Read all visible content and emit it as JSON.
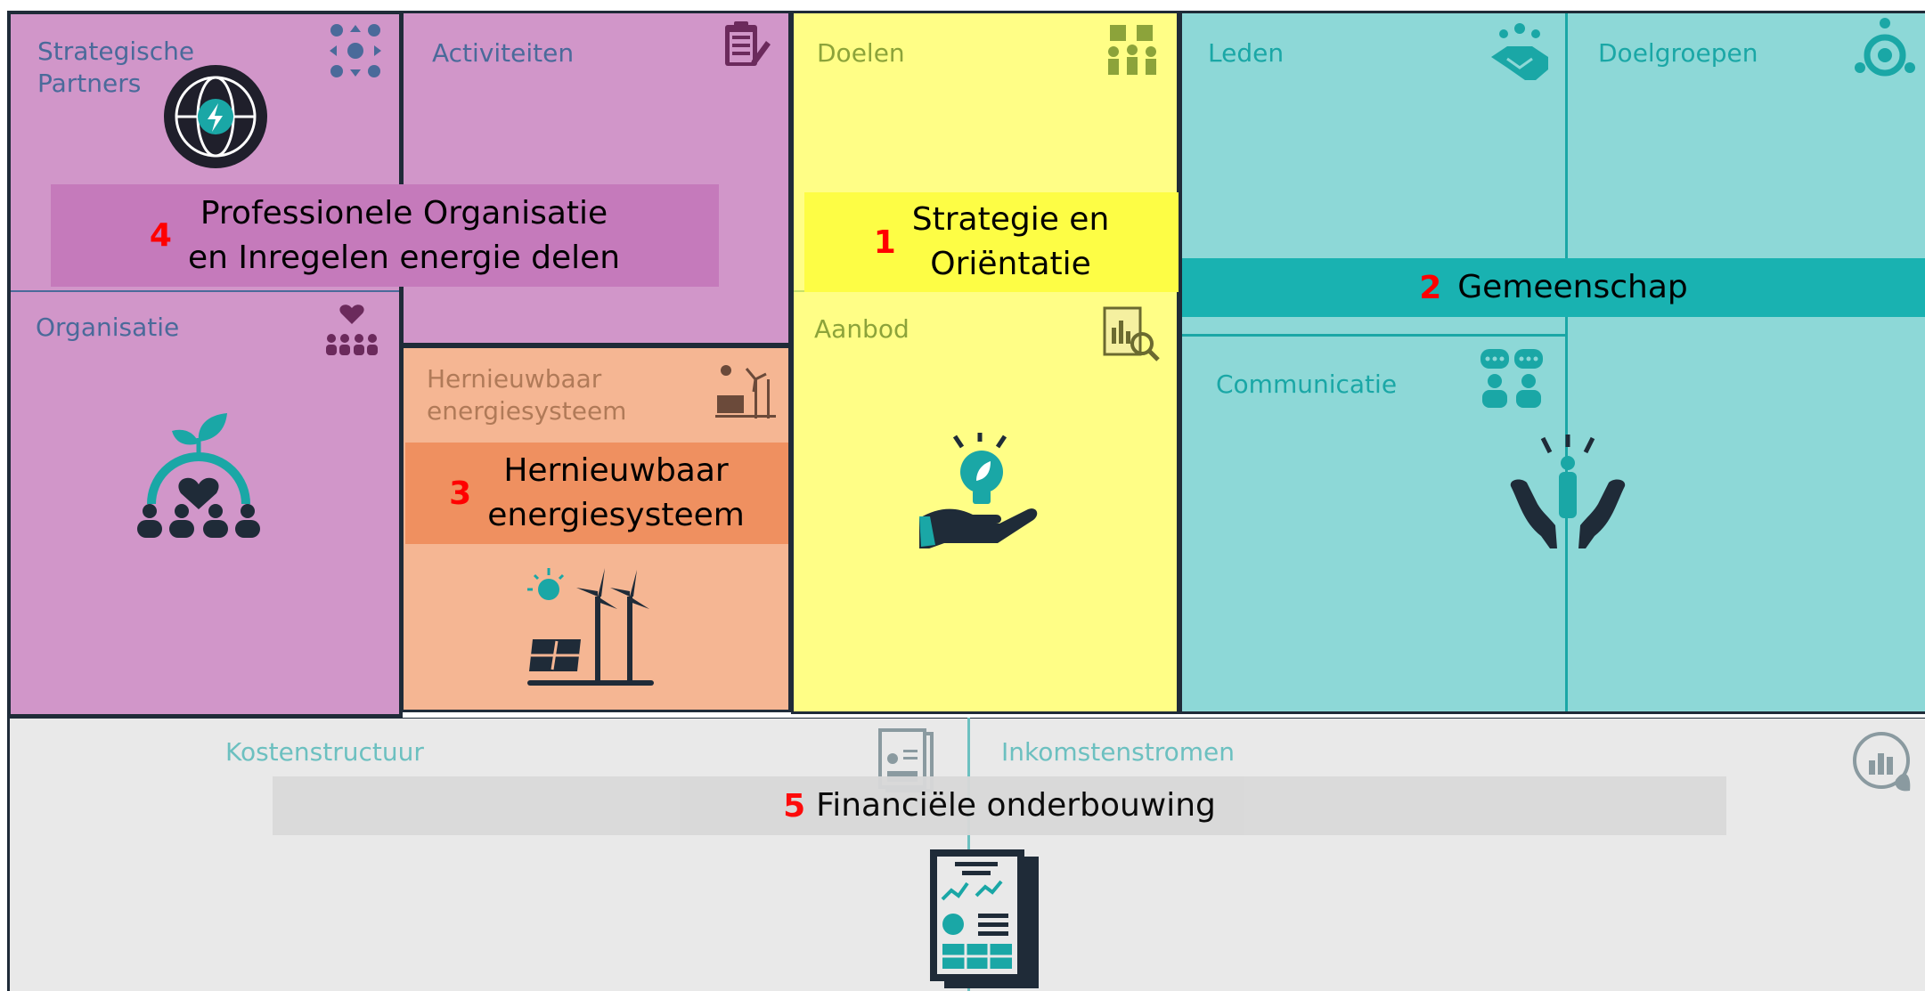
{
  "colors": {
    "purple": "#d196c9",
    "purple_band": "#c57abb",
    "purple_text": "#4a6a9a",
    "orange": "#f5b693",
    "orange_band": "#ef9060",
    "orange_text": "#b07a58",
    "yellow": "#fffe86",
    "yellow_band": "#fdfd45",
    "yellow_text": "#8ca33a",
    "teal": "#8dd8d7",
    "teal_band": "#19b2b1",
    "teal_text": "#1aa7a6",
    "grey": "#e9e9e9",
    "grey_band": "#d9d9d9",
    "grey_text": "#6cc0c0",
    "dark": "#1f2b38"
  },
  "labels": {
    "strategische_partners": "Strategische\nPartners",
    "activiteiten": "Activiteiten",
    "doelen": "Doelen",
    "leden": "Leden",
    "doelgroepen": "Doelgroepen",
    "organisatie": "Organisatie",
    "hernieuwbaar": "Hernieuwbaar\nenergiesysteem",
    "aanbod": "Aanbod",
    "communicatie": "Communicatie",
    "kostenstructuur": "Kostenstructuur",
    "inkomstenstromen": "Inkomstenstromen"
  },
  "bands": {
    "b1": {
      "num": "1",
      "text": "Strategie en\nOriëntatie"
    },
    "b2": {
      "num": "2",
      "text": "Gemeenschap"
    },
    "b3": {
      "num": "3",
      "text": "Hernieuwbaar\nenergiesysteem"
    },
    "b4": {
      "num": "4",
      "text": "Professionele Organisatie\nen Inregelen energie delen"
    },
    "b5": {
      "num": "5",
      "text": "Financiële onderbouwing"
    }
  },
  "icons": {
    "network": "people-network-icon",
    "globe": "energy-globe-icon",
    "clipboard": "clipboard-checklist-icon",
    "puzzle": "puzzle-team-icon",
    "handshake": "handshake-icon",
    "target": "target-group-icon",
    "community": "community-heart-icon",
    "renewable_small": "solar-wind-icon",
    "report": "report-search-icon",
    "chat": "chat-people-icon",
    "plant_globe": "plant-globe-people-icon",
    "solar_wind": "solar-panel-wind-turbine-icon",
    "idea_hand": "hand-lightbulb-icon",
    "care_hands": "caring-hands-person-icon",
    "doc_small": "financial-document-icon",
    "revenue": "revenue-chart-icon",
    "finance_doc": "financial-report-icon"
  }
}
